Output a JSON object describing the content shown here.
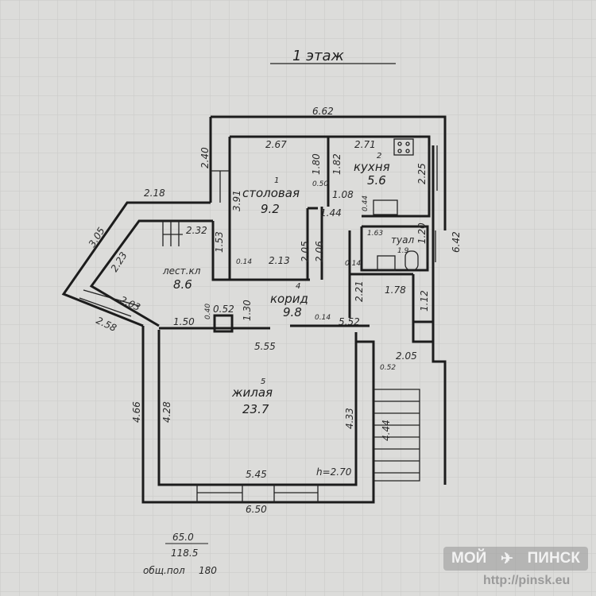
{
  "title": "1 этаж",
  "rooms": {
    "dining": {
      "num": "1",
      "name": "столовая",
      "area": "9.2"
    },
    "kitchen": {
      "num": "2",
      "name": "кухня",
      "area": "5.6"
    },
    "toilet": {
      "name": "туал",
      "area": "1.9"
    },
    "stairs": {
      "name": "лест.кл",
      "area": "8.6"
    },
    "corridor": {
      "num": "4",
      "name": "корид",
      "area": "9.8"
    },
    "living": {
      "num": "5",
      "name": "жилая",
      "area": "23.7"
    }
  },
  "dims": {
    "d662": "6.62",
    "d267": "2.67",
    "d271": "2.71",
    "d240": "2.40",
    "d180": "1.80",
    "d182": "1.82",
    "d225": "2.25",
    "d391": "3.91",
    "d050": "0.50",
    "d108": "1.08",
    "d144": "1.44",
    "d044": "0.44",
    "d218": "2.18",
    "d305": "3.05",
    "d232": "2.32",
    "d153": "1.53",
    "d223": "2.23",
    "d205a": "2.05",
    "d206": "2.06",
    "d163": "1.63",
    "d120": "1.20",
    "d642": "6.42",
    "d014a": "0.14",
    "d213": "2.13",
    "d014b": "0.14",
    "d221": "2.21",
    "d178": "1.78",
    "d112": "1.12",
    "d203": "2.03",
    "d258": "2.58",
    "d150": "1.50",
    "d040": "0.40",
    "d052a": "0.52",
    "d130": "1.30",
    "d014c": "0.14",
    "d552": "5.52",
    "d555": "5.55",
    "d205b": "2.05",
    "d052b": "0.52",
    "d466": "4.66",
    "d428": "4.28",
    "d433": "4.33",
    "d444": "4.44",
    "d545": "5.45",
    "h": "h=2.70",
    "d650": "6.50"
  },
  "summary": {
    "living_area": "65.0",
    "total_area": "118.5",
    "label": "общ.пол",
    "total_floor": "180"
  },
  "watermark": {
    "left": "МОЙ",
    "right": "ПИНСК",
    "url": "http://pinsk.eu"
  }
}
